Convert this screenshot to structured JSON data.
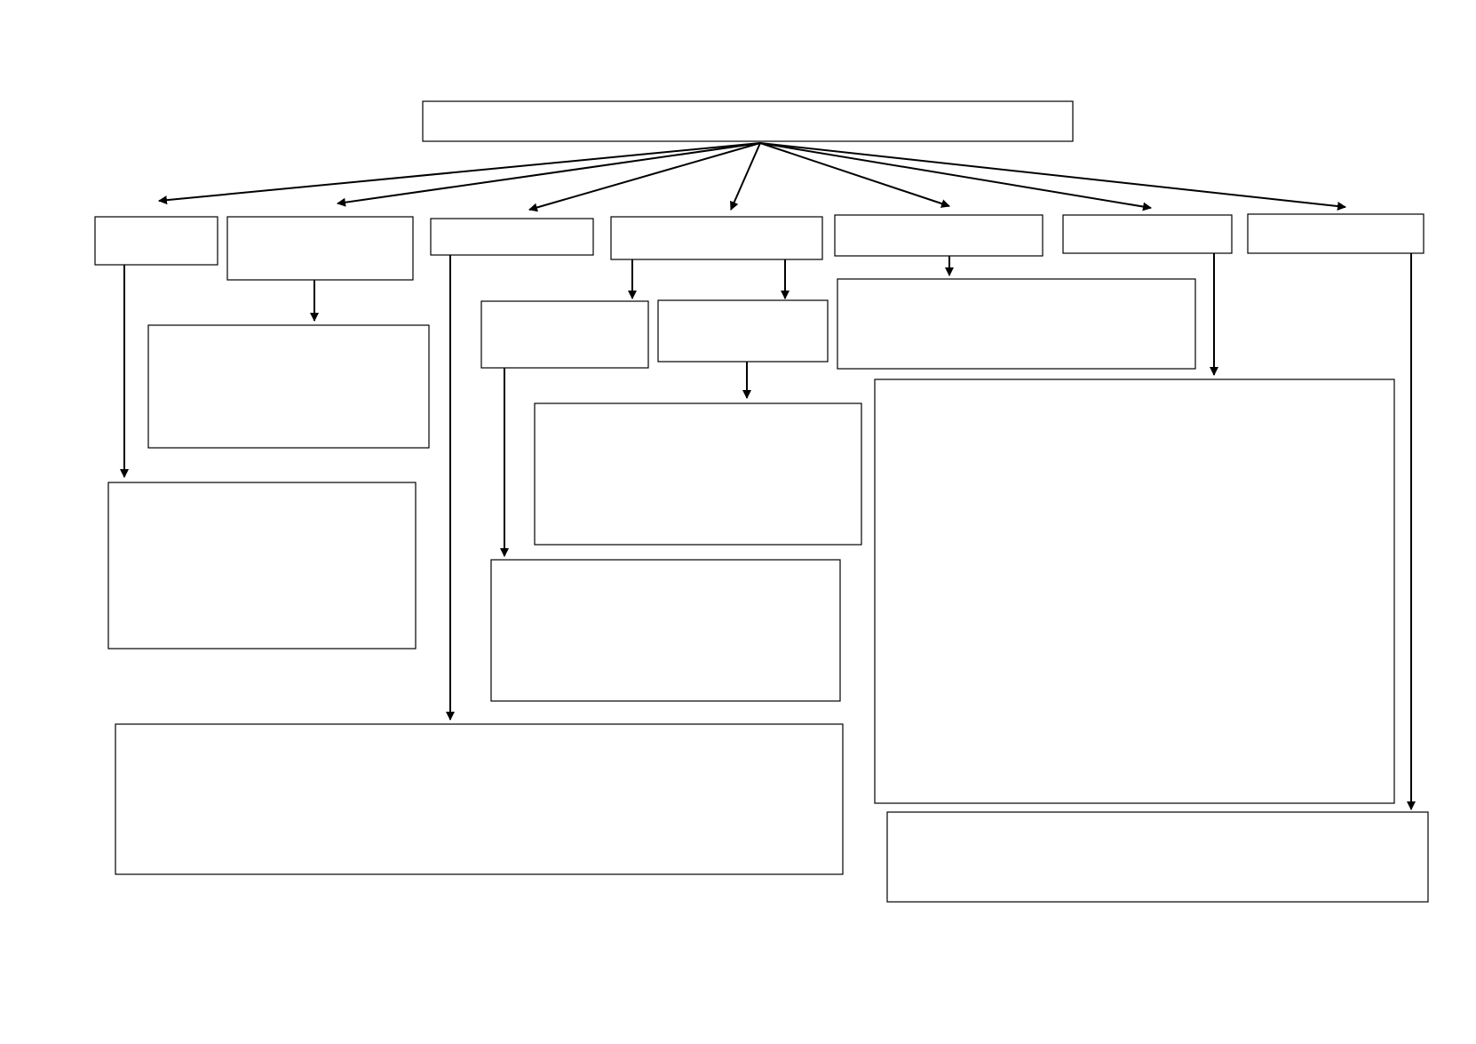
{
  "diagram": {
    "type": "tree-flowchart",
    "colors": {
      "background": "#ffffff",
      "stroke": "#000000"
    },
    "nodes": [
      {
        "id": "root",
        "text": ""
      },
      {
        "id": "branch-1",
        "text": ""
      },
      {
        "id": "branch-2",
        "text": ""
      },
      {
        "id": "branch-3",
        "text": ""
      },
      {
        "id": "branch-4",
        "text": ""
      },
      {
        "id": "branch-5",
        "text": ""
      },
      {
        "id": "branch-6",
        "text": ""
      },
      {
        "id": "branch-7",
        "text": ""
      },
      {
        "id": "branch-2-detail",
        "text": ""
      },
      {
        "id": "branch-1-detail",
        "text": ""
      },
      {
        "id": "branch-4-sub-a",
        "text": ""
      },
      {
        "id": "branch-4-sub-b",
        "text": ""
      },
      {
        "id": "branch-4-sub-b-detail",
        "text": ""
      },
      {
        "id": "branch-4-sub-a-detail",
        "text": ""
      },
      {
        "id": "branch-5-detail",
        "text": ""
      },
      {
        "id": "branch-6-detail",
        "text": ""
      },
      {
        "id": "branch-3-detail",
        "text": ""
      },
      {
        "id": "branch-7-detail",
        "text": ""
      }
    ],
    "edges": [
      {
        "from": "root",
        "to": "branch-1"
      },
      {
        "from": "root",
        "to": "branch-2"
      },
      {
        "from": "root",
        "to": "branch-3"
      },
      {
        "from": "root",
        "to": "branch-4"
      },
      {
        "from": "root",
        "to": "branch-5"
      },
      {
        "from": "root",
        "to": "branch-6"
      },
      {
        "from": "root",
        "to": "branch-7"
      },
      {
        "from": "branch-1",
        "to": "branch-1-detail"
      },
      {
        "from": "branch-2",
        "to": "branch-2-detail"
      },
      {
        "from": "branch-3",
        "to": "branch-3-detail"
      },
      {
        "from": "branch-4",
        "to": "branch-4-sub-a"
      },
      {
        "from": "branch-4",
        "to": "branch-4-sub-b"
      },
      {
        "from": "branch-4-sub-b",
        "to": "branch-4-sub-b-detail"
      },
      {
        "from": "branch-4-sub-a",
        "to": "branch-4-sub-a-detail"
      },
      {
        "from": "branch-5",
        "to": "branch-5-detail"
      },
      {
        "from": "branch-6",
        "to": "branch-6-detail"
      },
      {
        "from": "branch-7",
        "to": "branch-7-detail"
      }
    ]
  }
}
